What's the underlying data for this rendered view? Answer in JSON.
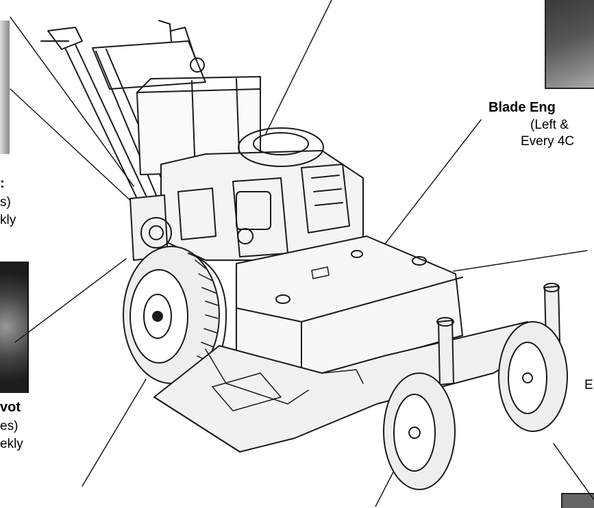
{
  "labels": {
    "blade_engagement_title": "Blade Eng",
    "blade_engagement_sub": "(Left &",
    "blade_engagement_interval": "Every 4C",
    "left_top_colon": ":",
    "left_top_line2": "s)",
    "left_top_line3": "kly",
    "pivot_title": "vot",
    "pivot_line2": "es)",
    "pivot_line3": "ekly",
    "right_edge_fragment": "E"
  },
  "colors": {
    "ink": "#1a1a1a",
    "photo_dark": "#2b2b2b",
    "photo_mid": "#6b6b6b"
  }
}
